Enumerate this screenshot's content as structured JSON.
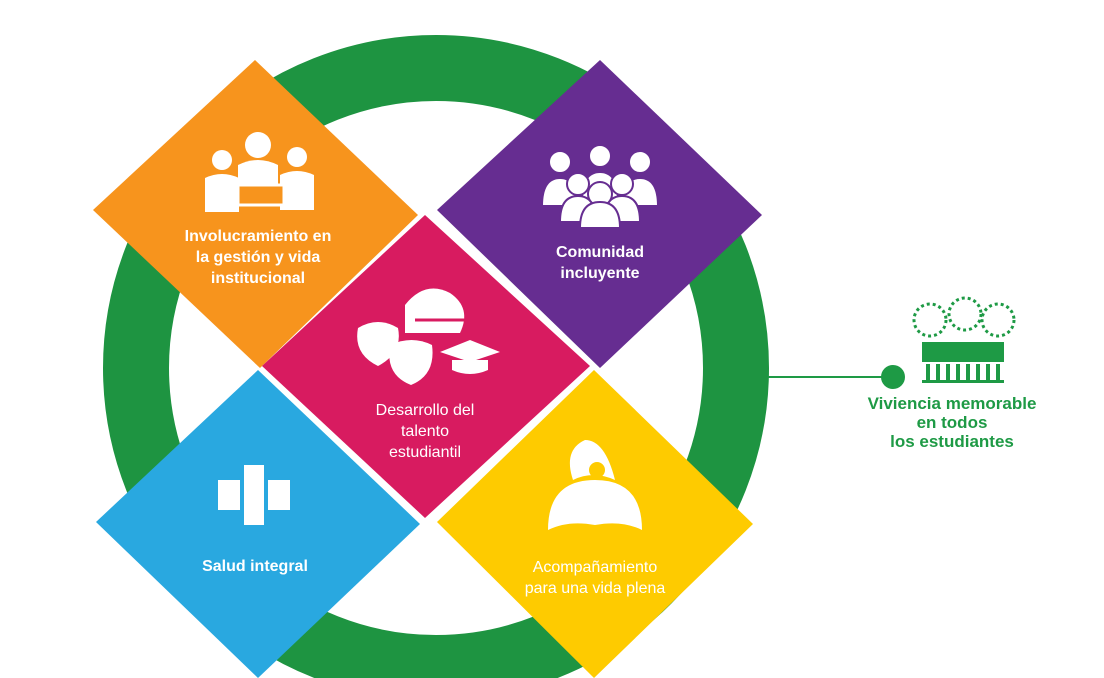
{
  "diagram": {
    "colors": {
      "ring": "#1e9441",
      "orange": "#f7941d",
      "purple": "#662d91",
      "magenta": "#d81b60",
      "blue": "#29a8e0",
      "yellow": "#fecb00",
      "outcome_green": "#1e9a45"
    },
    "blocks": {
      "involvement": {
        "icon": "people-meeting-icon",
        "lines": [
          "Involucramiento en",
          "la gestión y vida",
          "institucional"
        ]
      },
      "community": {
        "icon": "community-group-icon",
        "lines": [
          "Comunidad",
          "incluyente"
        ]
      },
      "talent": {
        "icon": "theater-sports-graduation-icon",
        "lines": [
          "Desarrollo del",
          "talento",
          "estudiantil"
        ]
      },
      "health": {
        "icon": "health-cross-icon",
        "lines": [
          "Salud integral"
        ]
      },
      "accompaniment": {
        "icon": "support-figure-icon",
        "lines": [
          "Acompañamiento",
          "para una vida plena"
        ]
      }
    },
    "outcome": {
      "icon": "campus-trees-icon",
      "lines": [
        "Viviencia memorable",
        "en todos",
        "los estudiantes"
      ]
    }
  }
}
